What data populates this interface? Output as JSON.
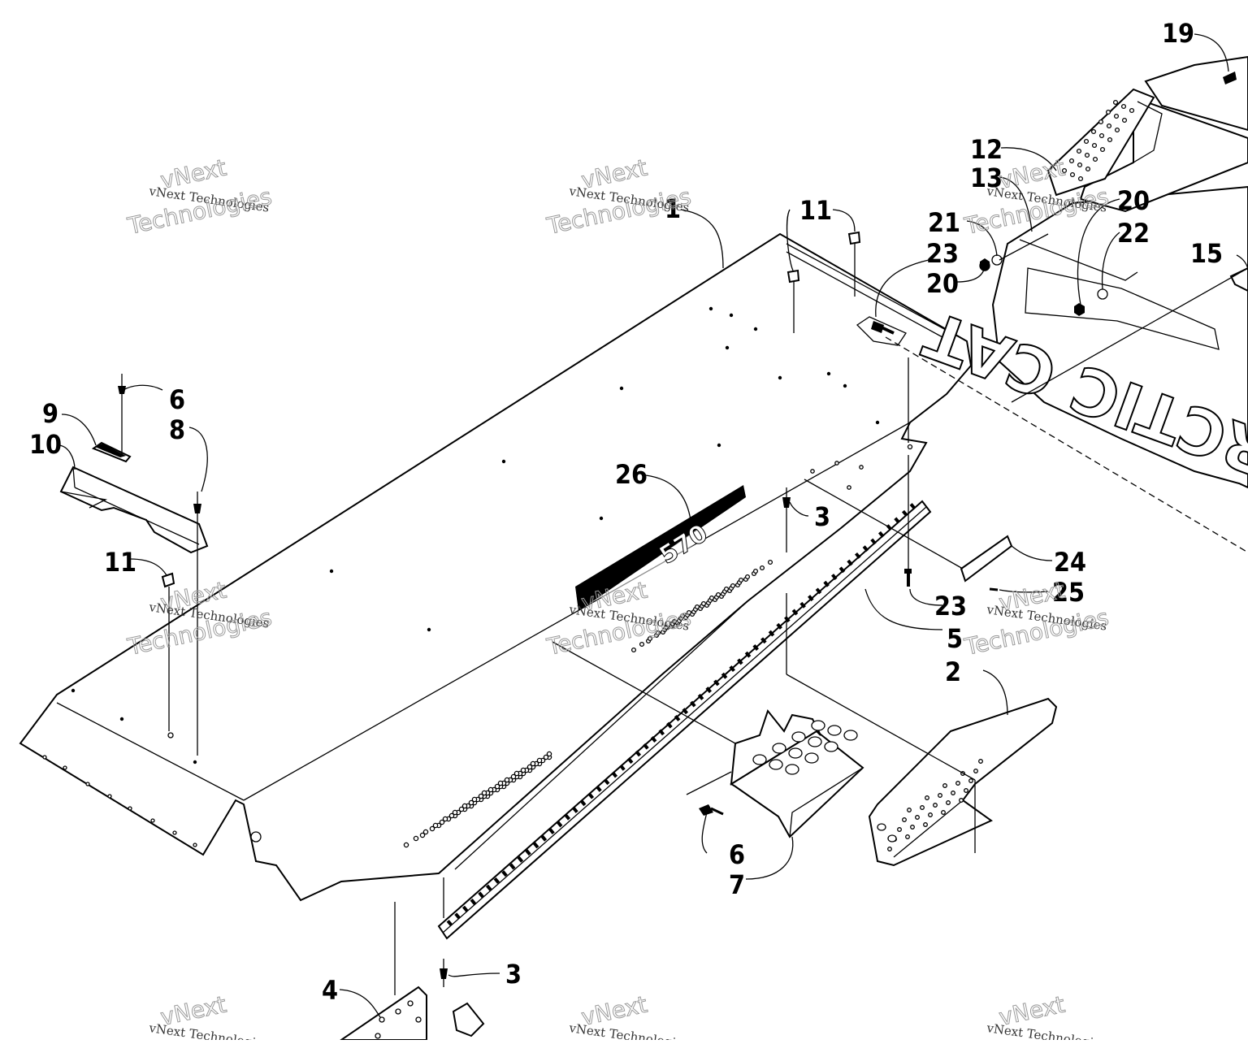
{
  "diagram": {
    "callouts": [
      {
        "id": "c1",
        "text": "1"
      },
      {
        "id": "c2",
        "text": "2"
      },
      {
        "id": "c3a",
        "text": "3"
      },
      {
        "id": "c3b",
        "text": "3"
      },
      {
        "id": "c4",
        "text": "4"
      },
      {
        "id": "c5",
        "text": "5"
      },
      {
        "id": "c6a",
        "text": "6"
      },
      {
        "id": "c6b",
        "text": "6"
      },
      {
        "id": "c7",
        "text": "7"
      },
      {
        "id": "c8",
        "text": "8"
      },
      {
        "id": "c9",
        "text": "9"
      },
      {
        "id": "c10",
        "text": "10"
      },
      {
        "id": "c11a",
        "text": "11"
      },
      {
        "id": "c11b",
        "text": "11"
      },
      {
        "id": "c12",
        "text": "12"
      },
      {
        "id": "c13",
        "text": "13"
      },
      {
        "id": "c15",
        "text": "15"
      },
      {
        "id": "c19",
        "text": "19"
      },
      {
        "id": "c20a",
        "text": "20"
      },
      {
        "id": "c20b",
        "text": "20"
      },
      {
        "id": "c21",
        "text": "21"
      },
      {
        "id": "c22",
        "text": "22"
      },
      {
        "id": "c23a",
        "text": "23"
      },
      {
        "id": "c23b",
        "text": "23"
      },
      {
        "id": "c24",
        "text": "24"
      },
      {
        "id": "c25",
        "text": "25"
      },
      {
        "id": "c26",
        "text": "26"
      }
    ],
    "flap_brand_text": "ARCTIC CAT",
    "decal_text": "570"
  },
  "watermark": {
    "small": "vNext Technologies",
    "big_top": "vNext",
    "big_bottom": "Technologies"
  }
}
